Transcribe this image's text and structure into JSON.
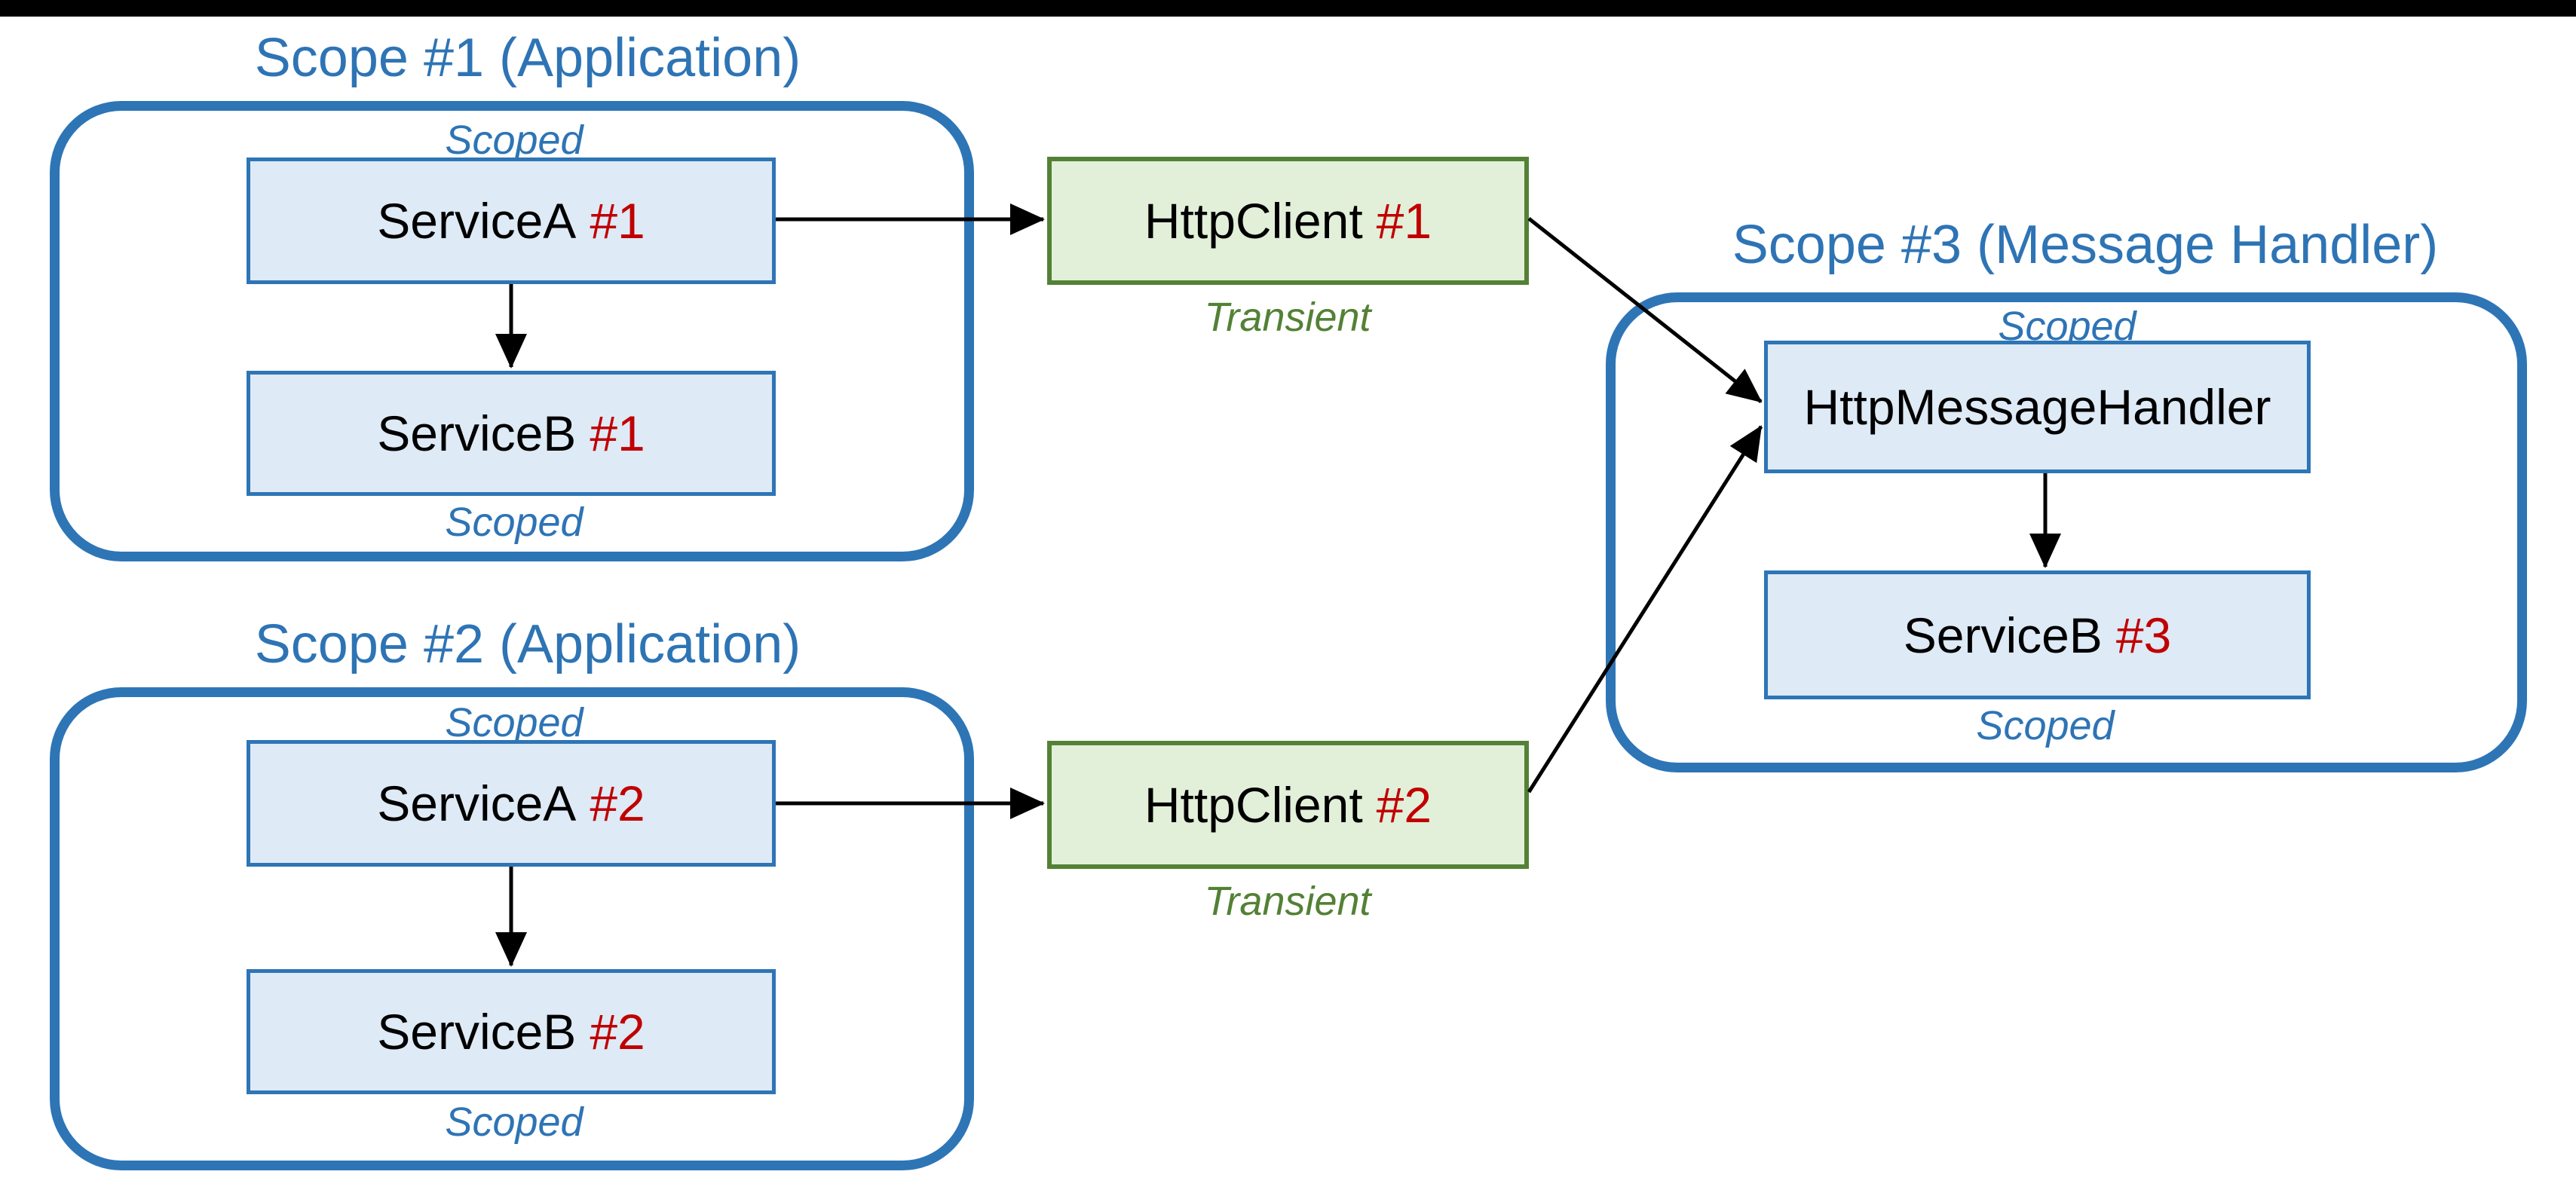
{
  "colors": {
    "scope_border": "#2E75B6",
    "scope_text": "#2E74B5",
    "service_fill": "#DEEAF6",
    "service_border": "#2E75B6",
    "client_fill": "#E2EFD9",
    "client_border": "#538135",
    "instance_number": "#C00000",
    "arrow": "#000000",
    "top_bar": "#000000"
  },
  "scope1": {
    "title": "Scope #1 (Application)",
    "scoped_top": "Scoped",
    "scoped_bottom": "Scoped",
    "serviceA": {
      "name": "ServiceA",
      "id": "#1"
    },
    "serviceB": {
      "name": "ServiceB",
      "id": "#1"
    }
  },
  "scope2": {
    "title": "Scope #2 (Application)",
    "scoped_top": "Scoped",
    "scoped_bottom": "Scoped",
    "serviceA": {
      "name": "ServiceA",
      "id": "#2"
    },
    "serviceB": {
      "name": "ServiceB",
      "id": "#2"
    }
  },
  "scope3": {
    "title": "Scope #3 (Message Handler)",
    "scoped_top": "Scoped",
    "scoped_bottom": "Scoped",
    "handler": {
      "name": "HttpMessageHandler",
      "id": ""
    },
    "serviceB": {
      "name": "ServiceB",
      "id": "#3"
    }
  },
  "client1": {
    "name": "HttpClient",
    "id": "#1",
    "lifetime": "Transient"
  },
  "client2": {
    "name": "HttpClient",
    "id": "#2",
    "lifetime": "Transient"
  },
  "edges": [
    "ServiceA #1 -> ServiceB #1",
    "ServiceA #1 -> HttpClient #1",
    "HttpClient #1 -> HttpMessageHandler",
    "ServiceA #2 -> ServiceB #2",
    "ServiceA #2 -> HttpClient #2",
    "HttpClient #2 -> HttpMessageHandler",
    "HttpMessageHandler -> ServiceB #3"
  ]
}
